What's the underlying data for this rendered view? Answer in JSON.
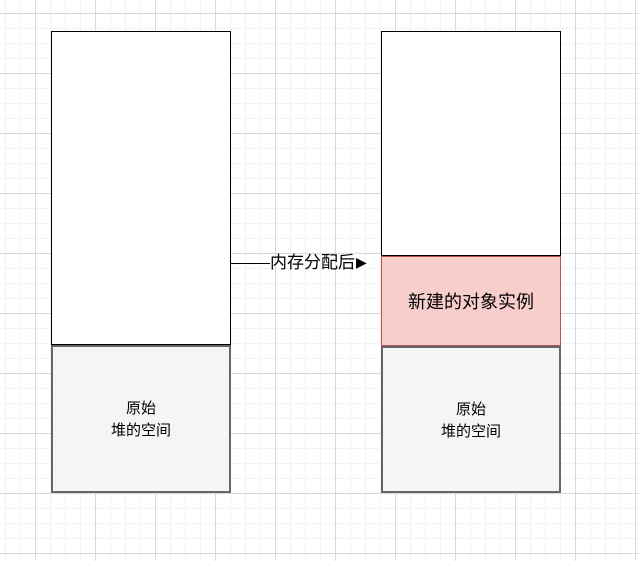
{
  "canvas": {
    "background_color": "#ffffff",
    "grid_minor_color": "#f3f3f3",
    "grid_major_color": "#d9d9d9"
  },
  "diagram": {
    "before_stack": {
      "heap_box": {
        "line1": "原始",
        "line2": "堆的空间",
        "fill": "#f5f5f5",
        "border": "#666666"
      },
      "free_box": {
        "fill": "#ffffff",
        "border": "#000000"
      }
    },
    "after_stack": {
      "free_box": {
        "fill": "#ffffff",
        "border": "#000000"
      },
      "new_object_box": {
        "label": "新建的对象实例",
        "fill": "#f8cecc",
        "border": "#b85450"
      },
      "heap_box": {
        "line1": "原始",
        "line2": "堆的空间",
        "fill": "#f5f5f5",
        "border": "#666666"
      }
    },
    "connector": {
      "label": "内存分配后",
      "arrowhead": "▶",
      "line_color": "#000000"
    }
  }
}
